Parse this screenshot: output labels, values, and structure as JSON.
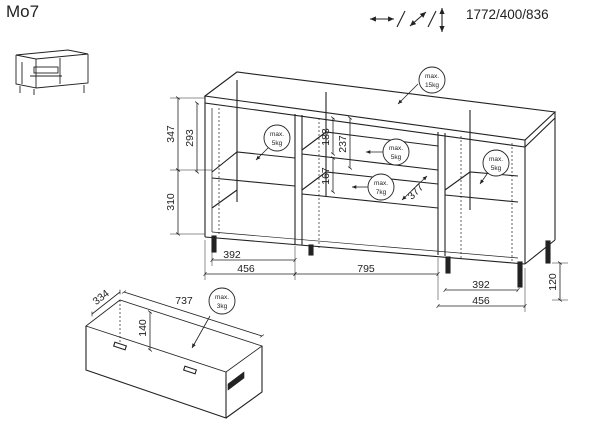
{
  "header": {
    "model": "Mo7",
    "overall_dimensions": "1772/400/836",
    "icon": "width-depth-height-arrows-icon"
  },
  "dimensions": {
    "left_upper_h": "347",
    "left_inner_h": "293",
    "left_lower_h": "310",
    "mid_upper_h": "183",
    "mid_upper_h2": "237",
    "mid_lower_h": "167",
    "shelf_depth": "377",
    "left_inner_w": "392",
    "left_outer_w": "456",
    "mid_w": "795",
    "right_inner_w": "392",
    "right_outer_w": "456",
    "leg_h": "120"
  },
  "drawer": {
    "depth": "334",
    "width": "737",
    "height": "140"
  },
  "weight_labels": {
    "top": [
      "max.",
      "15kg"
    ],
    "left_shelf": [
      "max.",
      "5kg"
    ],
    "mid_upper_shelf": [
      "max.",
      "5kg"
    ],
    "mid_lower_shelf": [
      "max.",
      "7kg"
    ],
    "right_shelf": [
      "max.",
      "5kg"
    ],
    "drawer": [
      "max.",
      "3kg"
    ]
  }
}
